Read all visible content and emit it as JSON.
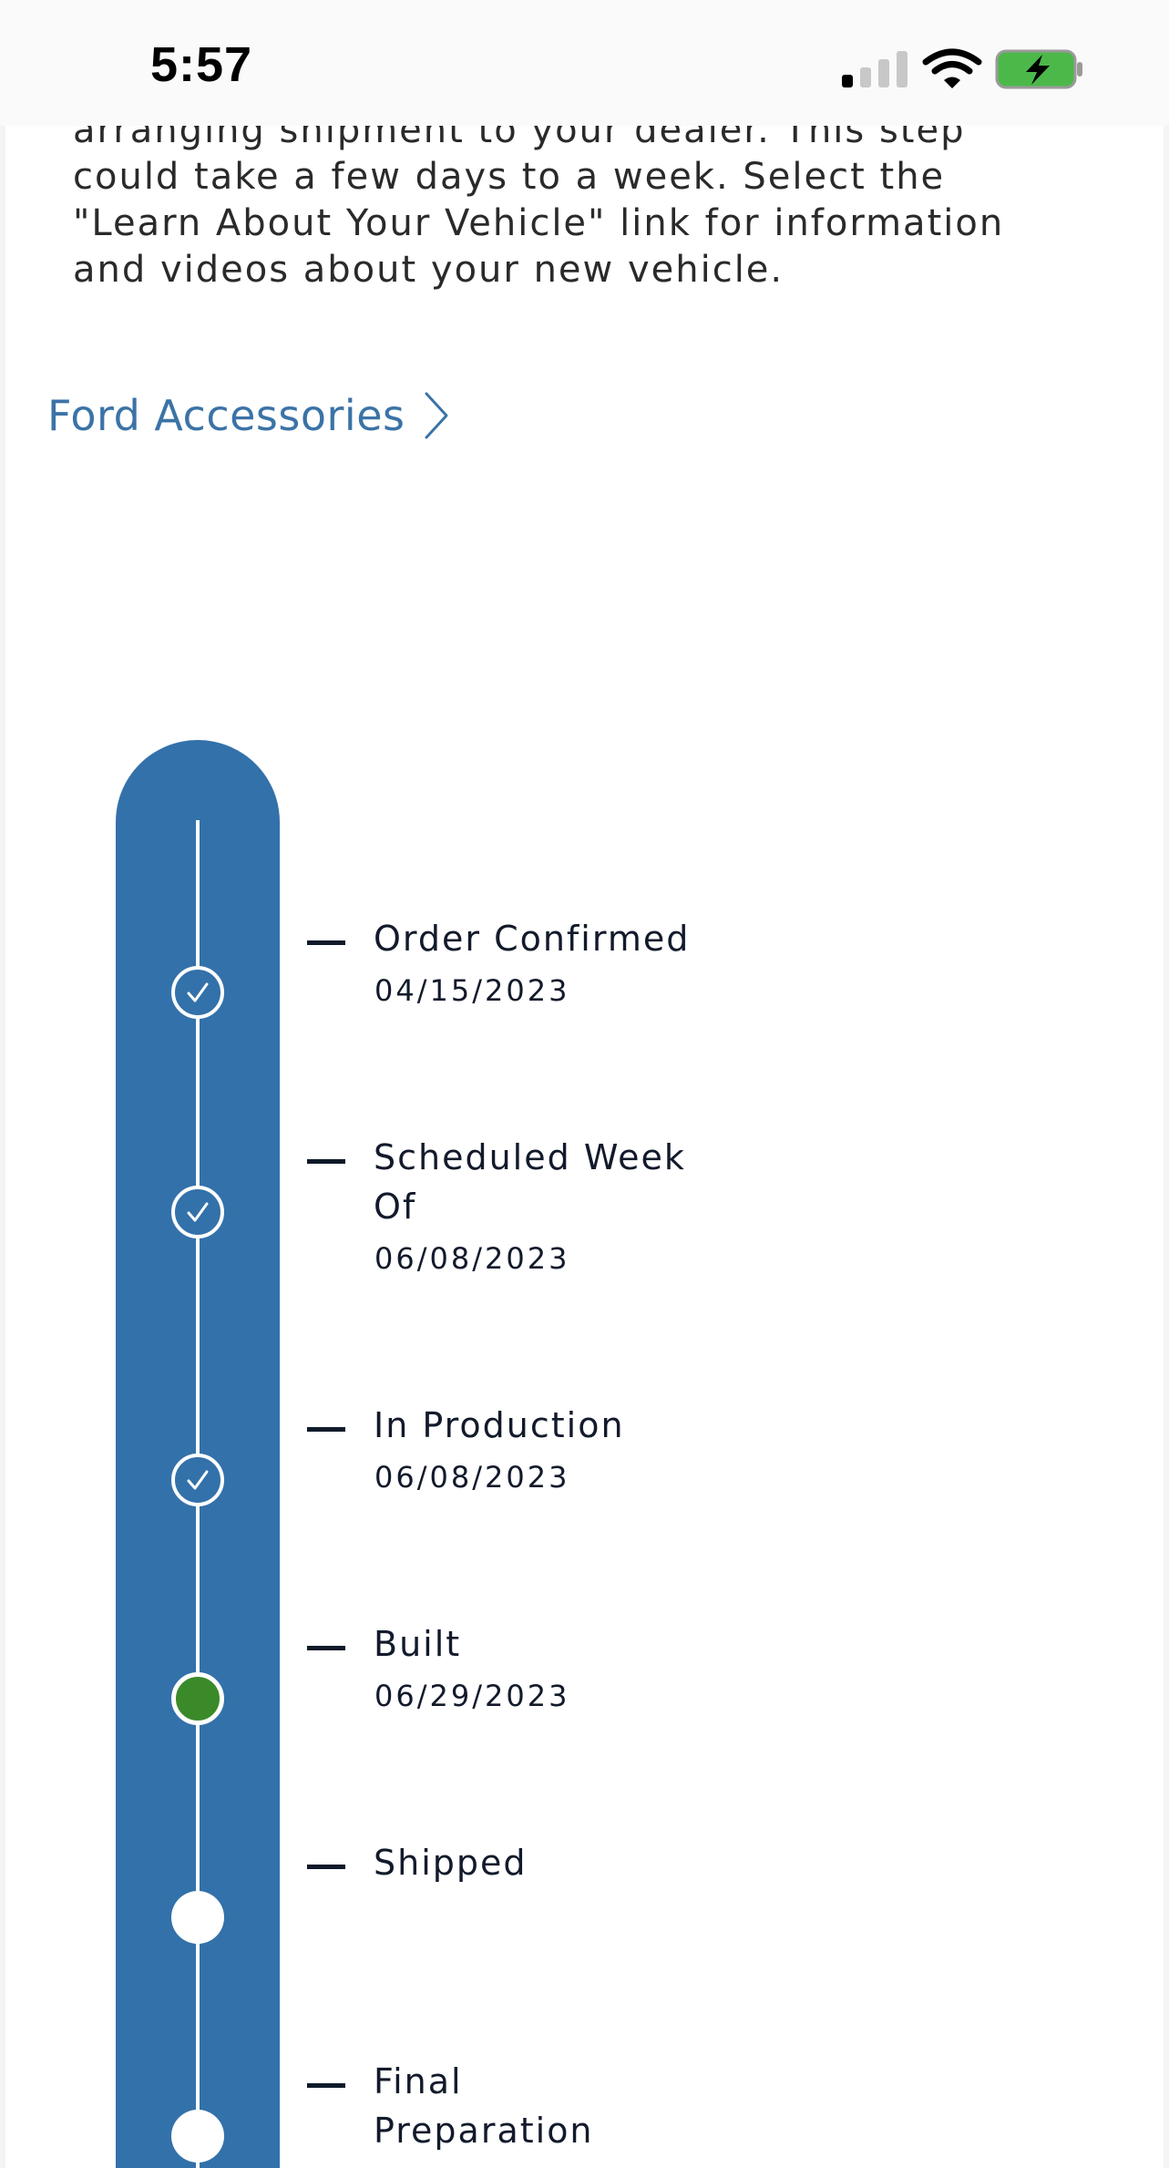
{
  "status_bar": {
    "time": "5:57",
    "icons": [
      "signal-icon",
      "wifi-icon",
      "battery-charging-icon"
    ],
    "battery_color": "#4cb84a"
  },
  "intro": {
    "text": "arranging shipment to your dealer. This step could take a few days to a week. Select the \"Learn About Your Vehicle\" link for information and videos about your new vehicle."
  },
  "accessories_link": {
    "label": "Ford Accessories",
    "icon": "chevron-right-icon"
  },
  "colors": {
    "timeline_blue": "#3371aa",
    "link_blue": "#3b73a6",
    "current_green": "#3b8a2a"
  },
  "timeline": {
    "steps": [
      {
        "label": "Order Confirmed",
        "date": "04/15/2023",
        "status": "done"
      },
      {
        "label": "Scheduled Week Of",
        "date": "06/08/2023",
        "status": "done"
      },
      {
        "label": "In Production",
        "date": "06/08/2023",
        "status": "done"
      },
      {
        "label": "Built",
        "date": "06/29/2023",
        "status": "current"
      },
      {
        "label": "Shipped",
        "date": "",
        "status": "pending"
      },
      {
        "label": "Final Preparation",
        "date": "",
        "status": "pending"
      }
    ]
  }
}
